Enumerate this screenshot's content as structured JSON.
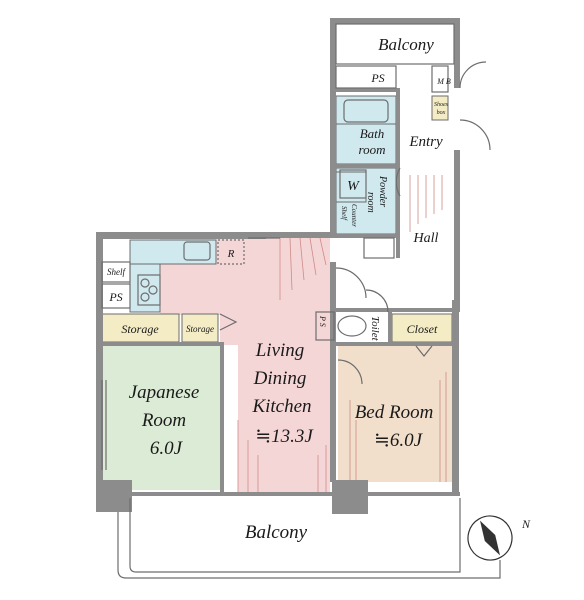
{
  "colors": {
    "ldk": "#f4d6d6",
    "bedroom": "#f2dfcb",
    "japanese": "#dcebd5",
    "wet": "#cfe9ef",
    "storage": "#f3ecc5",
    "wall": "#8c8c8c"
  },
  "rooms": {
    "ldk": {
      "line1": "Living",
      "line2": "Dining",
      "line3": "Kitchen",
      "area": "≒13.3J"
    },
    "bedroom": {
      "line1": "Bed Room",
      "area": "≒6.0J"
    },
    "japanese": {
      "line1": "Japanese",
      "line2": "Room",
      "area": "6.0J"
    },
    "balcony_top": "Balcony",
    "balcony_bottom": "Balcony",
    "entry": "Entry",
    "hall": "Hall",
    "bath_1": "Bath",
    "bath_2": "room",
    "powder_1": "Powder",
    "powder_2": "room",
    "w": "W",
    "counter_1": "Counter",
    "counter_2": "Shelf",
    "toilet": "Toilet",
    "closet": "Closet",
    "storage_1": "Storage",
    "storage_2": "Storage",
    "shelf": "Shelf",
    "ps_top": "PS",
    "ps_left": "PS",
    "ps_small": "P S",
    "mb": "M B",
    "shoes_1": "Shoes",
    "shoes_2": "box",
    "r": "R"
  },
  "compass": {
    "label": "N",
    "icon": "north-arrow-icon"
  }
}
